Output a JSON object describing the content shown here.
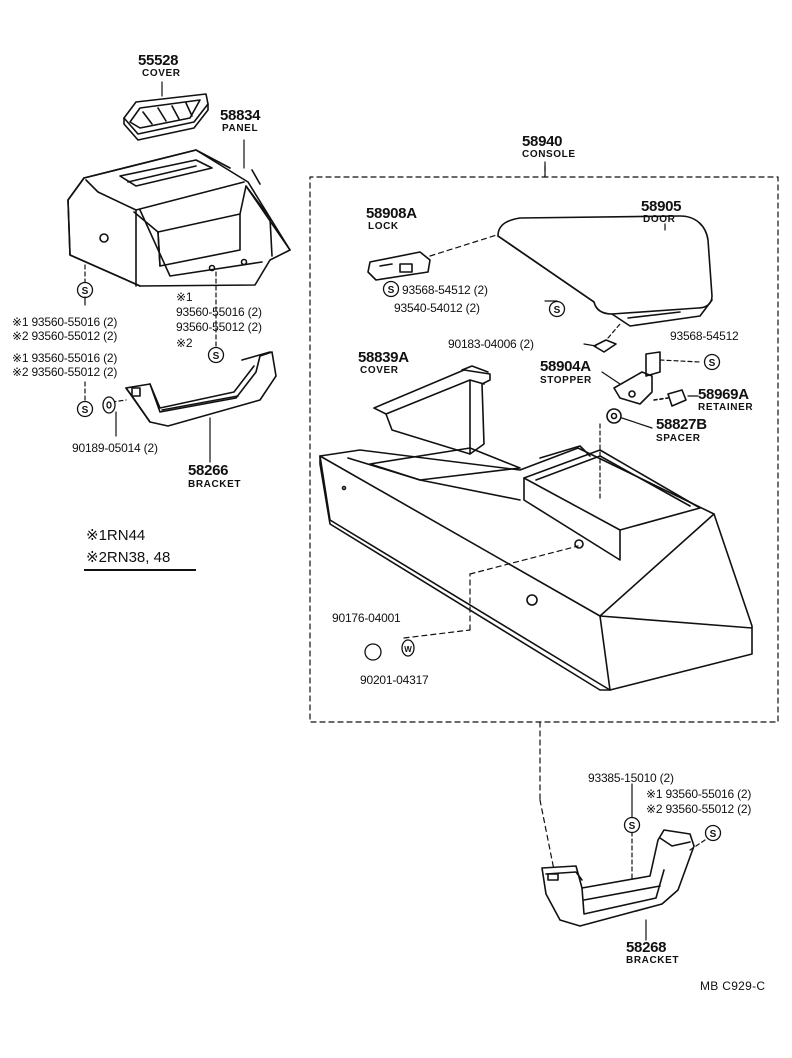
{
  "parts": {
    "cover_55528": {
      "number": "55528",
      "name": "COVER"
    },
    "panel_58834": {
      "number": "58834",
      "name": "PANEL"
    },
    "console_58940": {
      "number": "58940",
      "name": "CONSOLE"
    },
    "lock_58908a": {
      "number": "58908A",
      "name": "LOCK"
    },
    "door_58905": {
      "number": "58905",
      "name": "DOOR"
    },
    "cover_58839a": {
      "number": "58839A",
      "name": "COVER"
    },
    "stopper_58904a": {
      "number": "58904A",
      "name": "STOPPER"
    },
    "retainer_58969a": {
      "number": "58969A",
      "name": "RETAINER"
    },
    "spacer_58827b": {
      "number": "58827B",
      "name": "SPACER"
    },
    "bracket_58266": {
      "number": "58266",
      "name": "BRACKET"
    },
    "bracket_58268": {
      "number": "58268",
      "name": "BRACKET"
    }
  },
  "screws": {
    "left_a1": "※1 93560-55016 (2)",
    "left_a2": "※2 93560-55012 (2)",
    "left_b1": "※1 93560-55016 (2)",
    "left_b2": "※2 93560-55012 (2)",
    "mid_mark1": "※1",
    "mid_1": "93560-55016 (2)",
    "mid_2": "93560-55012 (2)",
    "mid_mark2": "※2",
    "nut_90189": "90189-05014 (2)",
    "lock_screw": "93568-54512 (2)",
    "door_screw": "93540-54012 (2)",
    "clip_90183": "90183-04006 (2)",
    "stopper_screw": "93568-54512",
    "nut_90176": "90176-04001",
    "washer_90201": "90201-04317",
    "bottom_93385": "93385-15010 (2)",
    "bottom_1": "※1 93560-55016 (2)",
    "bottom_2": "※2 93560-55012 (2)"
  },
  "legend": {
    "line1": "※1RN44",
    "line2": "※2RN38, 48"
  },
  "footer_code": "MB  C929-C",
  "screw_symbol": "S",
  "washer_symbol": "W"
}
